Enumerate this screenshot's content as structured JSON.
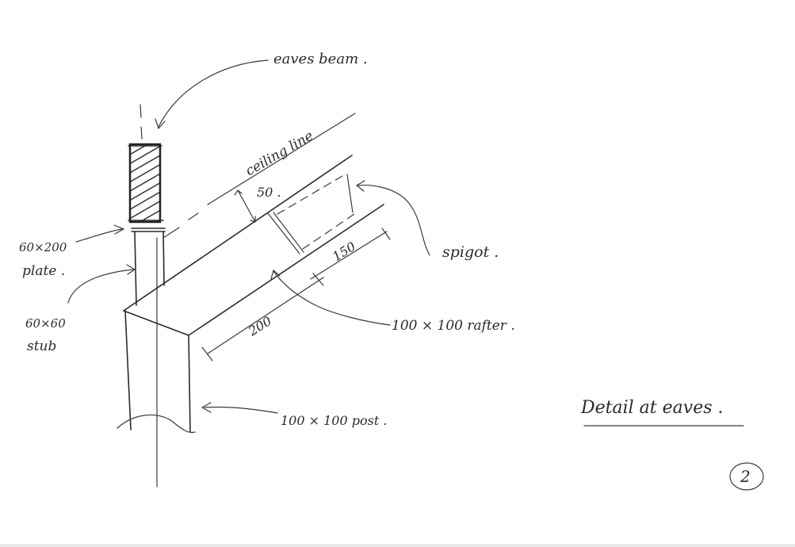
{
  "labels": {
    "eaves_beam": "eaves beam .",
    "ceiling_line": "ceiling line",
    "dim_50": "50 .",
    "spigot": "spigot .",
    "dim_150": "150",
    "rafter": "100 × 100 rafter .",
    "dim_200": "200",
    "plate_size": "60×200",
    "plate": "plate .",
    "stub_size": "60×60",
    "stub": "stub",
    "post": "100 × 100 post .",
    "title": "Detail at eaves .",
    "sheet_number": "2"
  }
}
